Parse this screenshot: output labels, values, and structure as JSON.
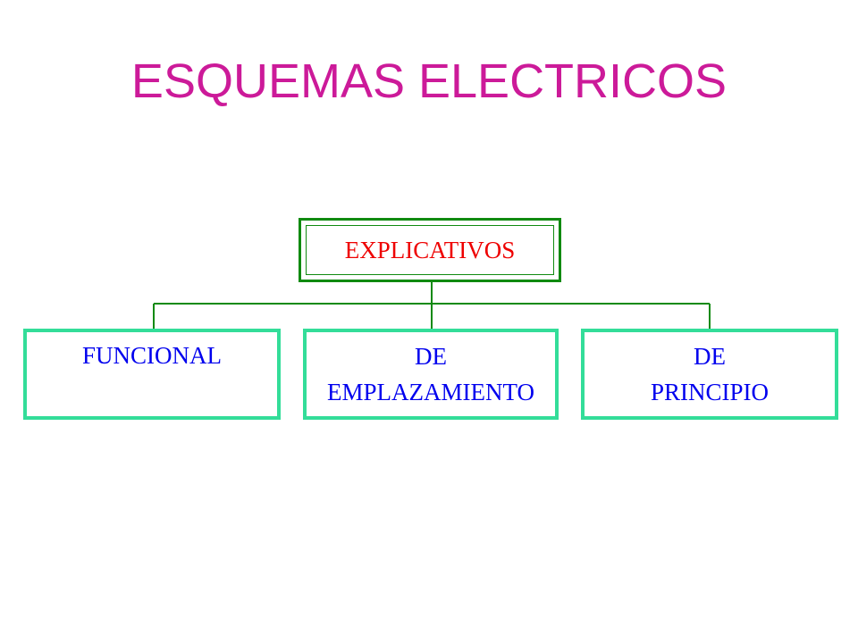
{
  "title": "ESQUEMAS ELECTRICOS",
  "colors": {
    "title": "#cc1a99",
    "root_text": "#ee0000",
    "child_text": "#0000ee",
    "root_border": "#108a10",
    "child_border": "#33dd99",
    "connector": "#108a10"
  },
  "root": {
    "label": "EXPLICATIVOS"
  },
  "children": [
    {
      "lines": [
        "FUNCIONAL"
      ]
    },
    {
      "lines": [
        "DE",
        "EMPLAZAMIENTO"
      ]
    },
    {
      "lines": [
        "DE",
        "PRINCIPIO"
      ]
    }
  ]
}
